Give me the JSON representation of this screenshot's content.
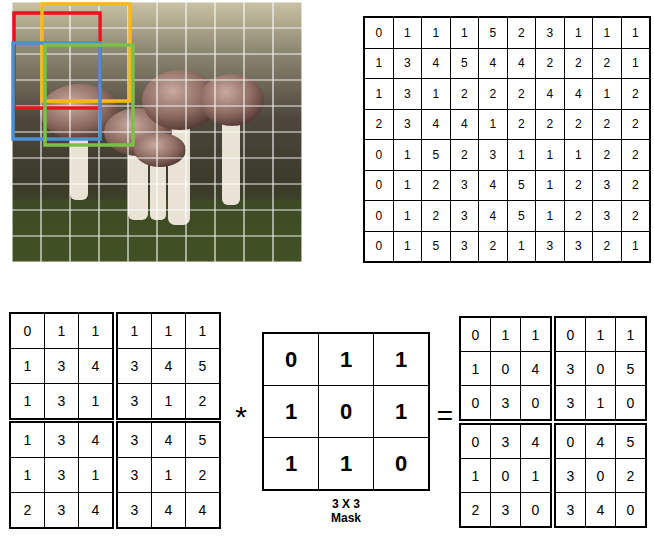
{
  "diagram": {
    "labels": [
      "0",
      "1",
      "1",
      "1",
      "5",
      "2",
      "3",
      "1",
      "1",
      "1",
      "1",
      "3",
      "4",
      "5",
      "4",
      "4",
      "2",
      "2",
      "2",
      "1",
      "1",
      "3",
      "1",
      "2",
      "2",
      "2",
      "4",
      "4",
      "1",
      "2",
      "2",
      "3",
      "4",
      "4",
      "1",
      "2",
      "2",
      "2",
      "2",
      "2",
      "0",
      "1",
      "5",
      "2",
      "3",
      "1",
      "1",
      "1",
      "2",
      "2",
      "0",
      "1",
      "2",
      "3",
      "4",
      "5",
      "1",
      "2",
      "3",
      "2",
      "0",
      "1",
      "2",
      "3",
      "4",
      "5",
      "1",
      "2",
      "3",
      "2",
      "0",
      "1",
      "5",
      "3",
      "2",
      "1",
      "3",
      "3",
      "2",
      "1",
      "0",
      "1",
      "1",
      "1",
      "3",
      "4",
      "1",
      "3",
      "1",
      "1",
      "1",
      "1",
      "3",
      "4",
      "5",
      "3",
      "1",
      "2",
      "1",
      "3",
      "4",
      "1",
      "3",
      "1",
      "2",
      "3",
      "4",
      "3",
      "4",
      "5",
      "3",
      "1",
      "2",
      "3",
      "4",
      "4",
      "*",
      "0",
      "1",
      "1",
      "1",
      "0",
      "1",
      "1",
      "1",
      "0",
      "3 X 3 Mask",
      "=",
      "0",
      "1",
      "1",
      "1",
      "0",
      "4",
      "0",
      "3",
      "0",
      "0",
      "1",
      "1",
      "3",
      "0",
      "5",
      "3",
      "1",
      "0",
      "0",
      "3",
      "4",
      "1",
      "0",
      "1",
      "2",
      "3",
      "0",
      "0",
      "4",
      "5",
      "3",
      "0",
      "2",
      "3",
      "4",
      "0"
    ]
  }
}
